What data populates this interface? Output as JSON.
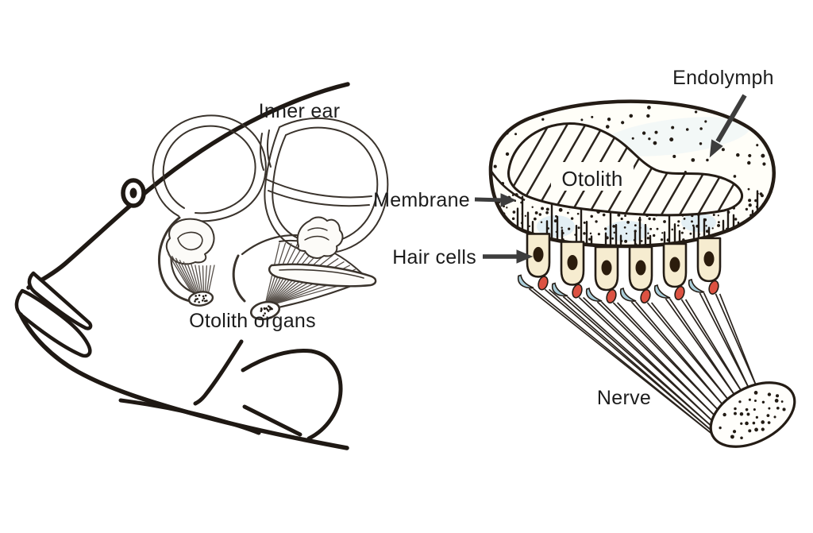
{
  "figure_title": "Fish inner ear and otolith organ diagram",
  "colors": {
    "background": "#ffffff",
    "ink": "#1f1914",
    "fine_line": "#4a423a",
    "fan_line": "#57504a",
    "label": "#1c1c1c",
    "arrow": "#3d3d3d",
    "organ_fill": "#fffef8",
    "hair_cell_fill": "#f6ecd0",
    "nucleus": "#2b1c0d",
    "synapse_red": "#dc5242",
    "synapse_blue": "#abcfdb",
    "membrane_tint": "#dcebf3",
    "endolymph_tint": "#e9f2f6",
    "dot": "#221b14"
  },
  "fish_panel": {
    "labels": {
      "inner_ear": "Inner ear",
      "otolith_organs": "Otolith organs"
    }
  },
  "organ_panel": {
    "labels": {
      "endolymph": "Endolymph",
      "membrane": "Membrane",
      "hair_cells": "Hair cells",
      "otolith": "Otolith",
      "nerve": "Nerve"
    },
    "structure": {
      "hair_cell_count": 6,
      "nerve_fibers_per_cell": 2,
      "hair_bundle_clusters": 9
    }
  }
}
